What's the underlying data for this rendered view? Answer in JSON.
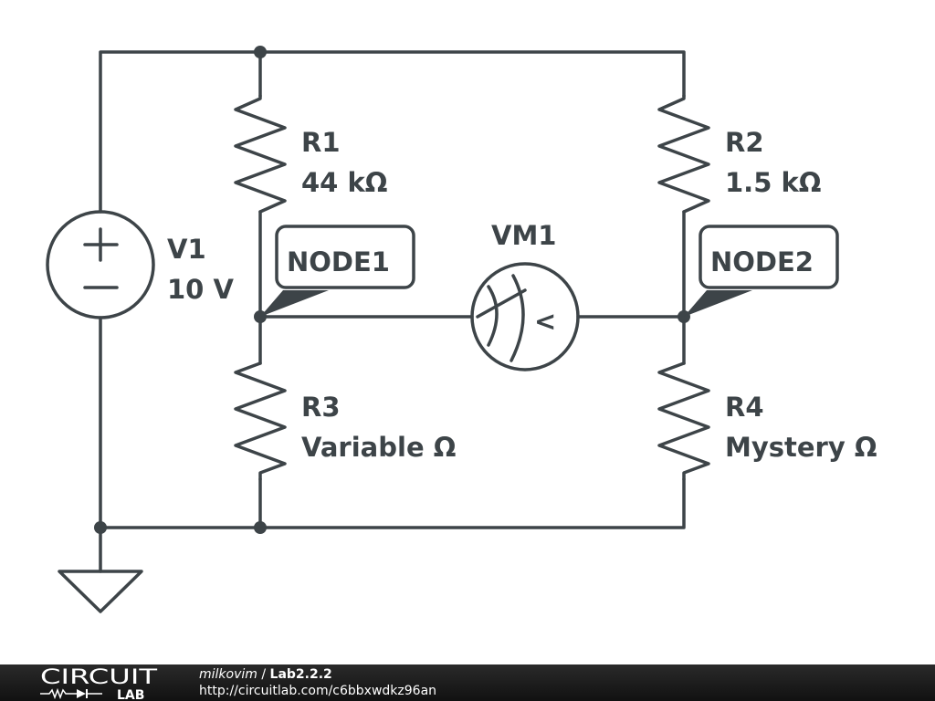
{
  "circuit": {
    "components": {
      "V1": {
        "name": "V1",
        "value": "10 V"
      },
      "R1": {
        "name": "R1",
        "value": "44 kΩ"
      },
      "R2": {
        "name": "R2",
        "value": "1.5 kΩ"
      },
      "R3": {
        "name": "R3",
        "value": "Variable Ω"
      },
      "R4": {
        "name": "R4",
        "value": "Mystery Ω"
      },
      "VM1": {
        "name": "VM1"
      }
    },
    "nodes": {
      "node1": "NODE1",
      "node2": "NODE2"
    },
    "voltmeter_symbol": "<",
    "source_plus": "+",
    "source_minus": "−"
  },
  "footer": {
    "logo_top": "CIRCUIT",
    "logo_bottom": "LAB",
    "user": "milkovim",
    "separator": " / ",
    "title": "Lab2.2.2",
    "url": "http://circuitlab.com/c6bbxwdkz96an"
  },
  "colors": {
    "ink": "#3d4448",
    "footer_bg": "#1a1a1a"
  }
}
